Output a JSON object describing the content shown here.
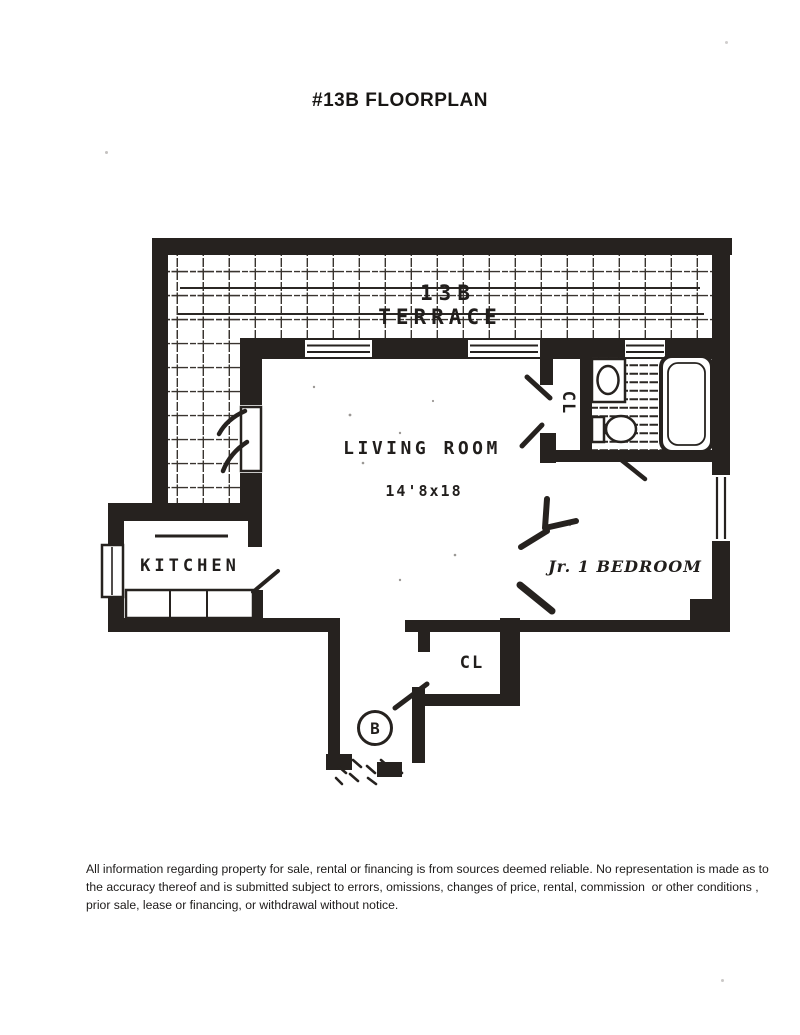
{
  "page": {
    "title": "#13B FLOORPLAN"
  },
  "floorplan": {
    "unit_label": "13B",
    "terrace_label": "TERRACE",
    "living_room_label": "LIVING ROOM",
    "living_room_size": "14'8x18",
    "kitchen_label": "KITCHEN",
    "bath_closet_label": "CL",
    "bedroom_label": "Jr. 1 BEDROOM",
    "foyer_closet_label": "CL",
    "foyer_marker": "B"
  },
  "disclaimer": {
    "line1": "All information regarding property for sale, rental or financing is from sources deemed reliable. No representation is made as to",
    "line2": "the accuracy thereof and is submitted subject to errors, omissions, changes of price, rental, commission  or other conditions ,",
    "line3": "prior sale, lease or financing, or withdrawal without notice."
  },
  "colors": {
    "ink": "#26221f",
    "paper": "#ffffff"
  }
}
